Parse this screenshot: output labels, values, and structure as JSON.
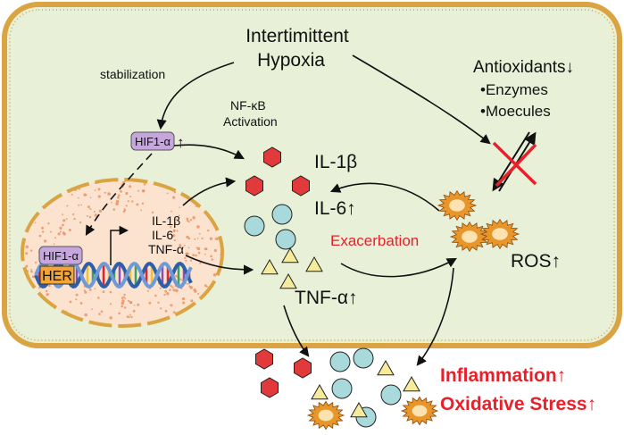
{
  "labels": {
    "hypoxia_line1": "Intertimittent",
    "hypoxia_line2": "Hypoxia",
    "stabilization": "stabilization",
    "nfkb_line1": "NF-κB",
    "nfkb_line2": "Activation",
    "hif1a_cytoplasm": "HIF1-α",
    "hif1a_up": "↑",
    "hif1a_nucleus": "HIF1-α",
    "her": "HER",
    "gene_il1b": "IL-1β",
    "gene_il6": "IL-6",
    "gene_tnfa": "TNF-α",
    "il1b": "IL-1β",
    "il6": "IL-6↑",
    "tnfa": "TNF-α↑",
    "exacerbation": "Exacerbation",
    "ros": "ROS↑",
    "antioxidants": "Antioxidants↓",
    "enzymes": "•Enzymes",
    "molecules": "•Moecules",
    "inflammation": "Inflammation↑",
    "oxidative_stress": "Oxidative Stress↑"
  },
  "colors": {
    "cell_fill": "#e8f0d8",
    "membrane": "#d9a441",
    "nucleus_fill": "#fbe3cf",
    "nucleus_speckle": "#e88a5a",
    "hexagon": "#e23a3a",
    "circle": "#a8dadc",
    "triangle": "#f6eb9b",
    "ros": "#e8962a",
    "hif_box": "#c7a6e0",
    "her_box": "#f2a63a",
    "dna_blue": "#2d5fa8",
    "accent_red": "#e8202a"
  }
}
